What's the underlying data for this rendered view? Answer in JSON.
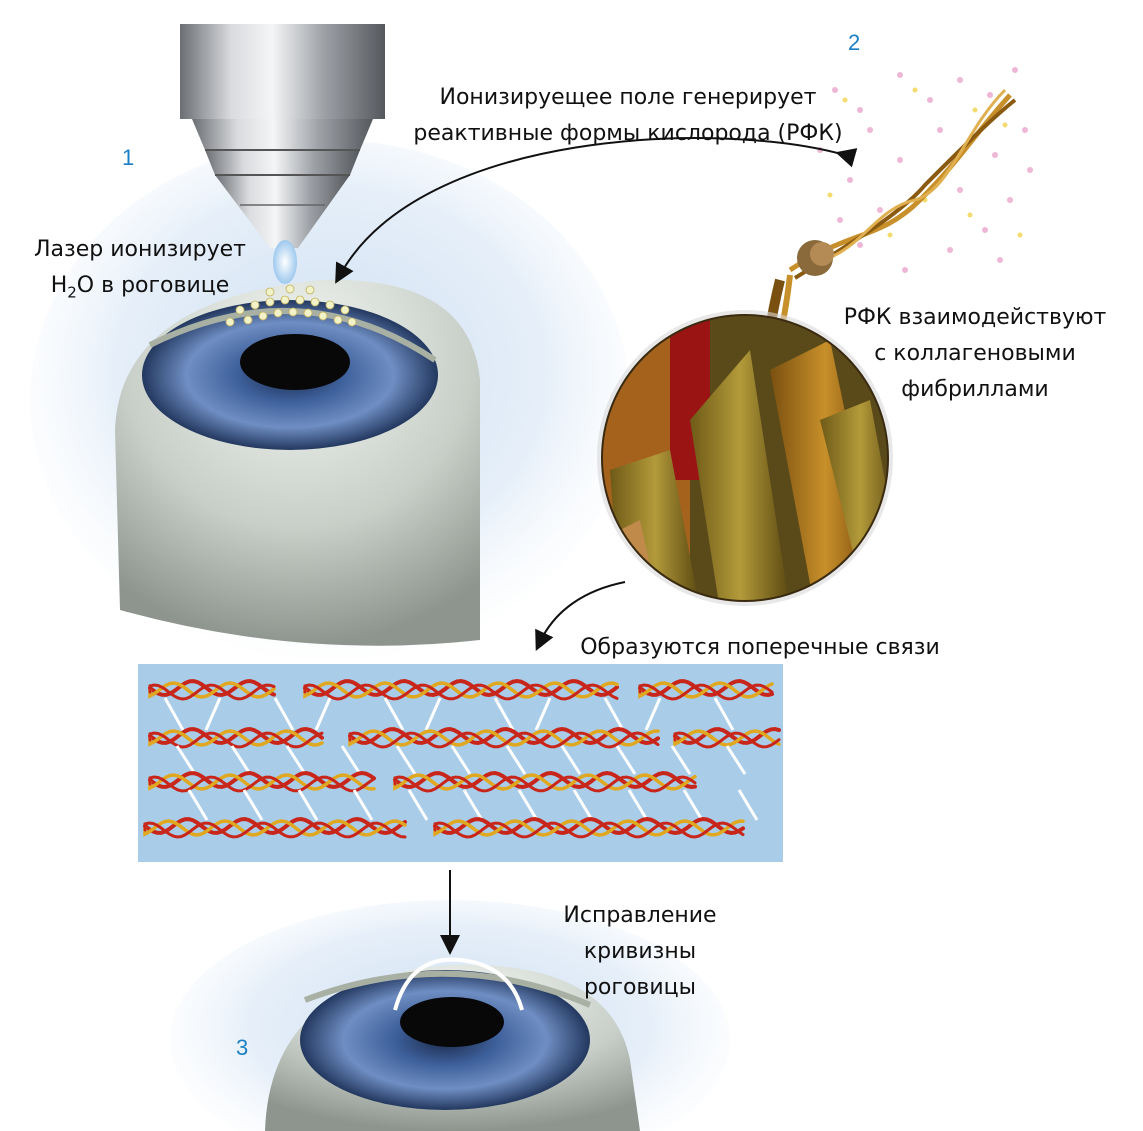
{
  "steps": {
    "one": "1",
    "two": "2",
    "three": "3"
  },
  "labels": {
    "ionizing_field_line1": "Ионизируещее поле генерирует",
    "ionizing_field_line2": "реактивные формы кислорода (РФК)",
    "laser_line1": "Лазер ионизирует",
    "laser_line2_prefix": "H",
    "laser_line2_sub": "2",
    "laser_line2_suffix": "O в роговице",
    "rfk_line1": "РФК взаимодействуют",
    "rfk_line2": "с коллагеновыми",
    "rfk_line3": "фибриллами",
    "crosslinks": "Образуются поперечные связи",
    "correction_line1": "Исправление",
    "correction_line2": "кривизны",
    "correction_line3": "роговицы"
  },
  "colors": {
    "step_number": "#1a7fc4",
    "panel_blue": "#a9cde8",
    "fiber_red": "#c8261b",
    "fiber_gold": "#e0a820",
    "crosslink_white": "#ffffff",
    "iris_blue": "#3d5f9a"
  }
}
